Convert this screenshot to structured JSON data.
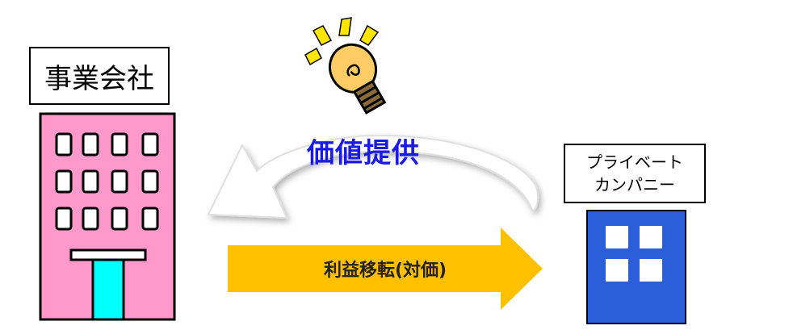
{
  "operating_company": {
    "label": "事業会社",
    "color": "#ff99cc",
    "door_color": "#00ffff"
  },
  "private_company": {
    "label_line1": "プライベート",
    "label_line2": "カンパニー",
    "color": "#2b5fd9"
  },
  "value_provision": {
    "label": "価値提供",
    "color": "#1a1ae6"
  },
  "profit_transfer": {
    "label": "利益移転(対価)",
    "color": "#ffc000"
  },
  "bulb_icon": "lightbulb-icon"
}
